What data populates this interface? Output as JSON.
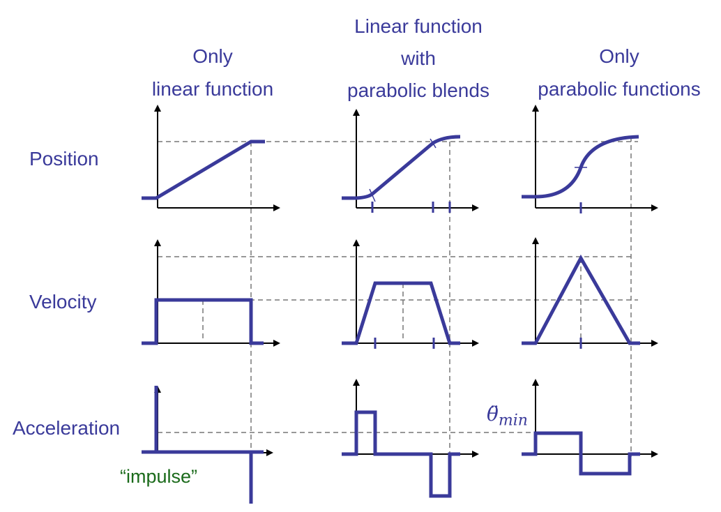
{
  "columns": [
    {
      "lines": [
        "Only",
        "linear function"
      ]
    },
    {
      "lines": [
        "Linear function",
        "with",
        "parabolic blends"
      ]
    },
    {
      "lines": [
        "Only",
        "parabolic functions"
      ]
    }
  ],
  "rows": {
    "position": "Position",
    "velocity": "Velocity",
    "acceleration": "Acceleration"
  },
  "annotations": {
    "impulse": "“impulse”",
    "theta_min_symbol": "θ̈",
    "theta_min_subscript": "min"
  },
  "colors": {
    "curve": "#3a3a9a",
    "impulse_text": "#1a6a1a"
  }
}
